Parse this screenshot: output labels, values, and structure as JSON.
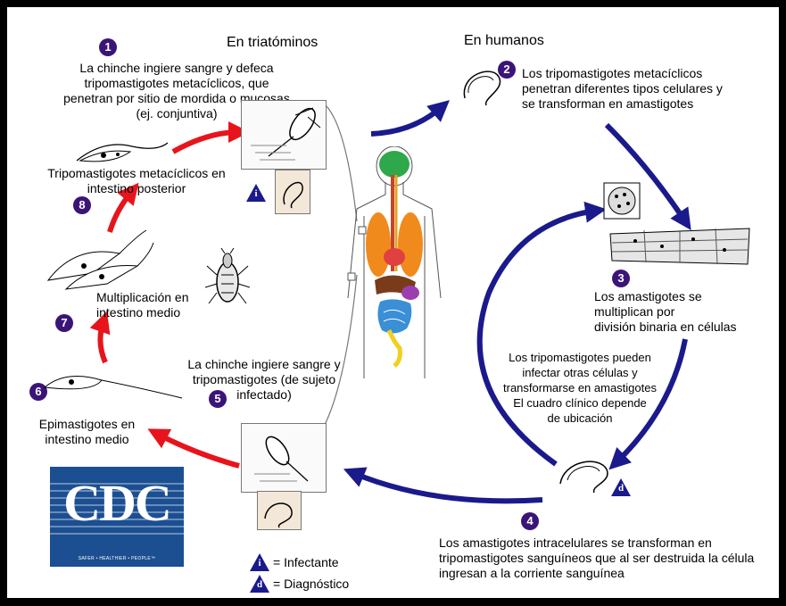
{
  "headings": {
    "triatomines": "En triatóminos",
    "humans": "En humanos"
  },
  "steps": [
    {
      "num": "1",
      "text": "La chinche ingiere sangre y defeca\ntripomastigotes metacíclicos, que\npenetran por sitio de mordida o mucosas\n(ej. conjuntiva)"
    },
    {
      "num": "2",
      "text": "Los tripomastigotes metacíclicos\npenetran diferentes tipos celulares y\nse transforman en amastigotes"
    },
    {
      "num": "3",
      "text": "Los amastigotes se\nmultiplican por\ndivisión binaria en células"
    },
    {
      "num": "4",
      "text": "Los amastigotes intracelulares se transforman en\ntripomastigotes sanguíneos que al ser destruida la célula\ningresan a la corriente sanguínea"
    },
    {
      "num": "5",
      "text": "La chinche ingiere sangre y\ntripomastigotes (de sujeto\ninfectado)"
    },
    {
      "num": "6",
      "text": "Epimastigotes en\nintestino medio"
    },
    {
      "num": "7",
      "text": "Multiplicación en\nintestino medio"
    },
    {
      "num": "8",
      "text": "Tripomastigotes metacíclicos en\nintestino posterior"
    }
  ],
  "center_note": "Los tripomastigotes pueden\ninfectar otras células y\ntransformarse en amastigotes\nEl cuadro clínico depende\nde ubicación",
  "legend": {
    "infective_symbol": "i",
    "infective_label": "= Infectante",
    "diagnostic_symbol": "d",
    "diagnostic_label": "= Diagnóstico"
  },
  "logo": {
    "text": "CDC",
    "tagline": "SAFER • HEALTHIER • PEOPLE™"
  },
  "colors": {
    "human_cycle_arrow": "#1a1a8c",
    "vector_cycle_arrow": "#e8141c",
    "badge": "#3a1577",
    "cdc_blue": "#1c4f92"
  }
}
